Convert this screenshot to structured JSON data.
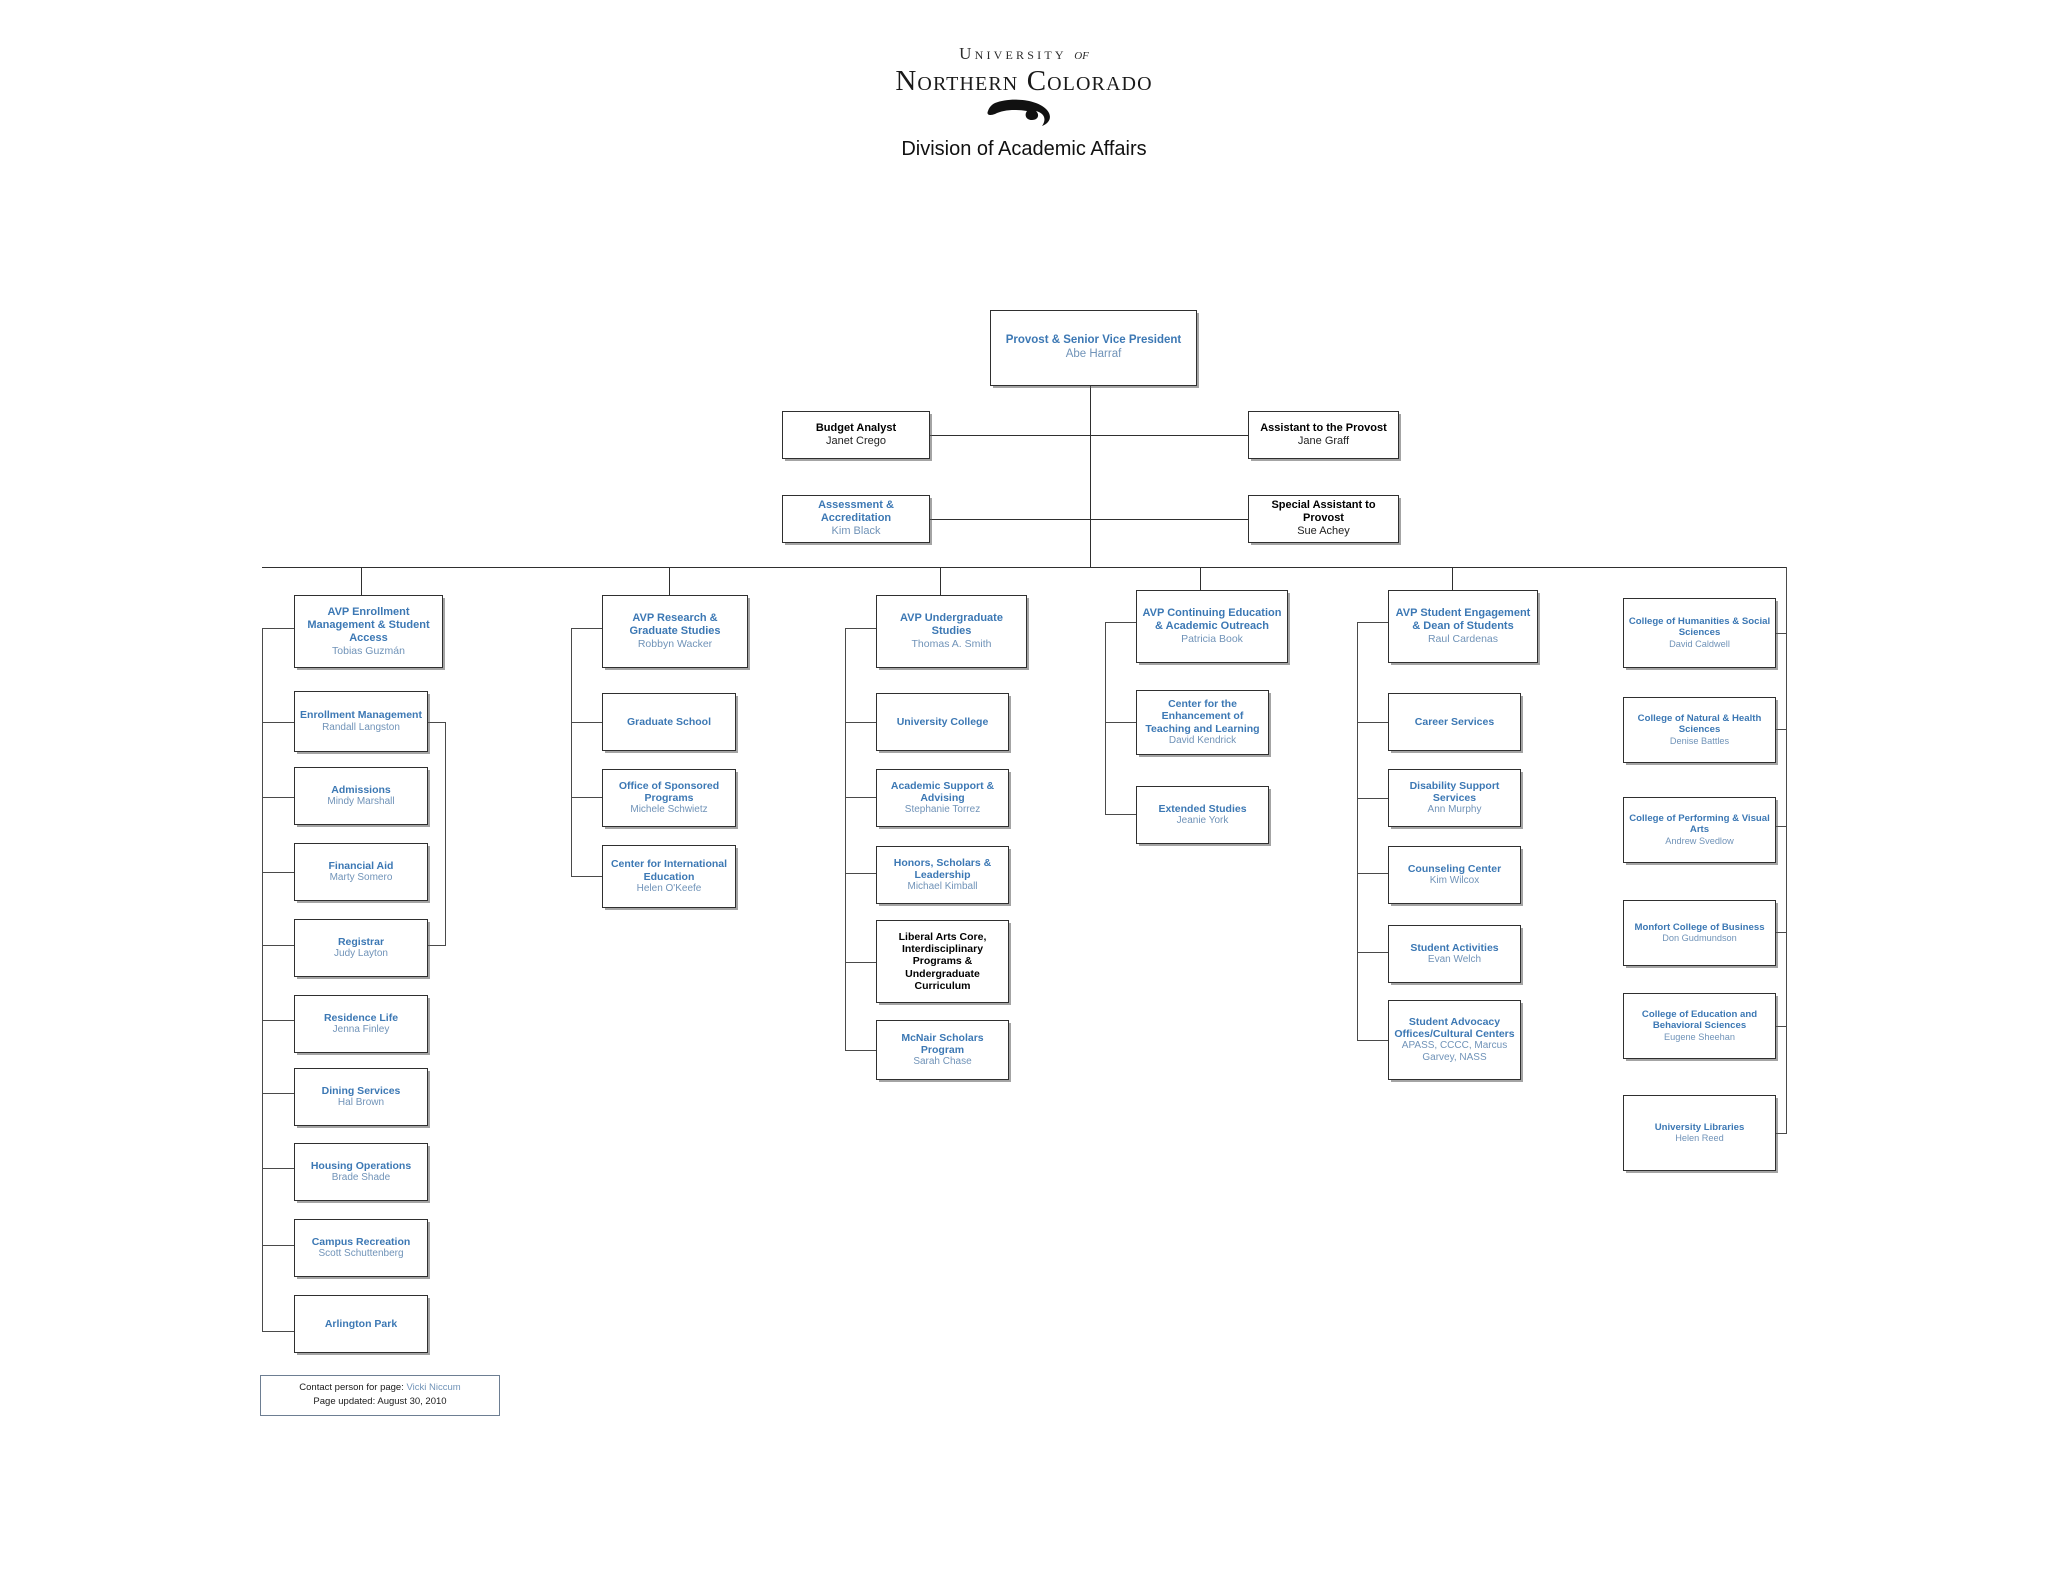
{
  "header": {
    "logo_line1_a": "University",
    "logo_line1_b": "of",
    "logo_line2": "Northern Colorado",
    "logo_icon": "bear-swoosh-logo",
    "division_title": "Division of Academic Affairs"
  },
  "colors": {
    "title_blue": "#3C78B4",
    "person_blue": "#7093B8",
    "box_border": "#2f2f2f",
    "connector": "#4a4a4a",
    "footer_border": "#6d7e92"
  },
  "top": {
    "title": "Provost & Senior Vice President",
    "person": "Abe Harraf"
  },
  "staff": [
    {
      "title": "Budget Analyst",
      "person": "Janet Crego",
      "style": "dark"
    },
    {
      "title": "Assistant to the Provost",
      "person": "Jane Graff",
      "style": "dark"
    },
    {
      "title": "Assessment & Accreditation",
      "person": "Kim Black",
      "style": "blue"
    },
    {
      "title": "Special Assistant to Provost",
      "person": "Sue Achey",
      "style": "dark"
    }
  ],
  "columns": [
    {
      "head": {
        "title": "AVP Enrollment Management & Student Access",
        "person": "Tobias Guzmán"
      },
      "children": [
        {
          "title": "Enrollment Management",
          "person": "Randall Langston"
        },
        {
          "title": "Admissions",
          "person": "Mindy Marshall"
        },
        {
          "title": "Financial Aid",
          "person": "Marty Somero"
        },
        {
          "title": "Registrar",
          "person": "Judy Layton"
        },
        {
          "title": "Residence Life",
          "person": "Jenna Finley"
        },
        {
          "title": "Dining Services",
          "person": "Hal Brown"
        },
        {
          "title": "Housing Operations",
          "person": "Brade Shade"
        },
        {
          "title": "Campus Recreation",
          "person": "Scott Schuttenberg"
        },
        {
          "title": "Arlington Park",
          "person": ""
        }
      ]
    },
    {
      "head": {
        "title": "AVP Research & Graduate Studies",
        "person": "Robbyn Wacker"
      },
      "children": [
        {
          "title": "Graduate School",
          "person": ""
        },
        {
          "title": "Office of Sponsored Programs",
          "person": "Michele Schwietz"
        },
        {
          "title": "Center for International Education",
          "person": "Helen O'Keefe"
        }
      ]
    },
    {
      "head": {
        "title": "AVP Undergraduate Studies",
        "person": "Thomas A. Smith"
      },
      "children": [
        {
          "title": "University College",
          "person": ""
        },
        {
          "title": "Academic Support & Advising",
          "person": "Stephanie Torrez"
        },
        {
          "title": "Honors, Scholars & Leadership",
          "person": "Michael Kimball"
        },
        {
          "title": "Liberal Arts Core, Interdisciplinary Programs & Undergraduate Curriculum",
          "person": "",
          "style": "dark"
        },
        {
          "title": "McNair Scholars Program",
          "person": "Sarah Chase"
        }
      ]
    },
    {
      "head": {
        "title": "AVP Continuing Education & Academic Outreach",
        "person": "Patricia Book"
      },
      "children": [
        {
          "title": "Center for the Enhancement of Teaching and Learning",
          "person": "David Kendrick"
        },
        {
          "title": "Extended Studies",
          "person": "Jeanie York"
        }
      ]
    },
    {
      "head": {
        "title": "AVP Student Engagement & Dean of Students",
        "person": "Raul Cardenas"
      },
      "children": [
        {
          "title": "Career Services",
          "person": ""
        },
        {
          "title": "Disability Support Services",
          "person": "Ann Murphy"
        },
        {
          "title": "Counseling Center",
          "person": "Kim Wilcox"
        },
        {
          "title": "Student Activities",
          "person": "Evan Welch"
        },
        {
          "title": "Student Advocacy Offices/Cultural Centers",
          "person": "APASS, CCCC, Marcus Garvey, NASS"
        }
      ]
    }
  ],
  "colleges": [
    {
      "title": "College of Humanities & Social Sciences",
      "person": "David Caldwell"
    },
    {
      "title": "College of Natural & Health Sciences",
      "person": "Denise Battles"
    },
    {
      "title": "College of Performing & Visual Arts",
      "person": "Andrew Svedlow"
    },
    {
      "title": "Monfort College of Business",
      "person": "Don Gudmundson"
    },
    {
      "title": "College of Education and Behavioral Sciences",
      "person": "Eugene Sheehan"
    },
    {
      "title": "University Libraries",
      "person": "Helen Reed"
    }
  ],
  "footer": {
    "contact_label": "Contact person for page:",
    "contact_name": "Vicki Niccum",
    "updated_label": "Page updated:",
    "updated_value": "August 30, 2010"
  }
}
